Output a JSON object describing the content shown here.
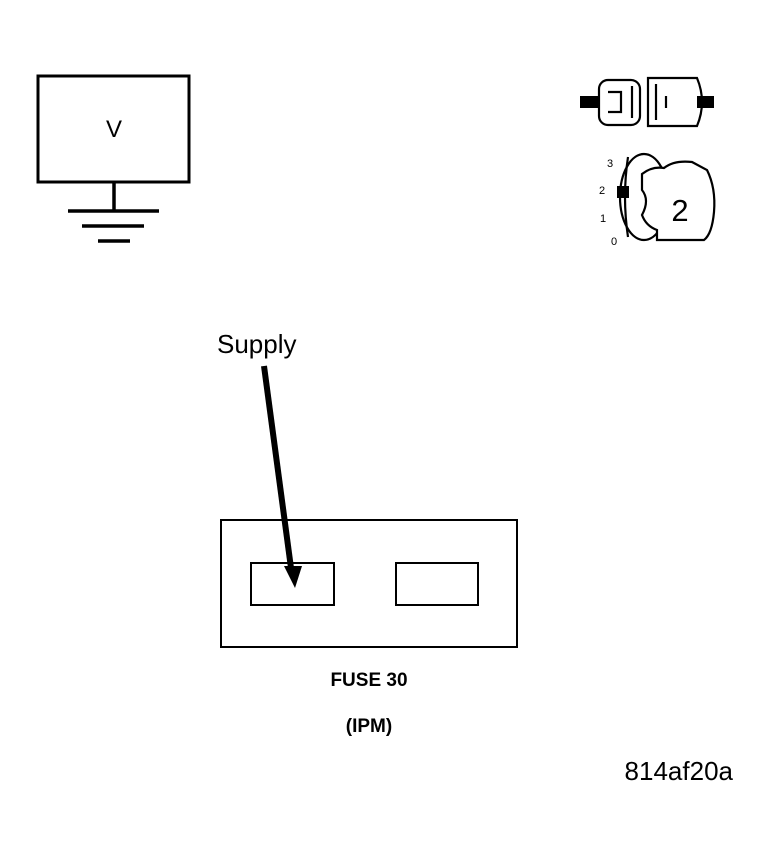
{
  "voltmeter": {
    "symbol": "V"
  },
  "ignition": {
    "positions": [
      "3",
      "2",
      "1",
      "0"
    ],
    "key_position": "2"
  },
  "supply_label": "Supply",
  "fuse": {
    "name": "FUSE 30",
    "location": "(IPM)"
  },
  "figure_id": "814af20a",
  "colors": {
    "line": "#000000",
    "background": "#ffffff"
  }
}
